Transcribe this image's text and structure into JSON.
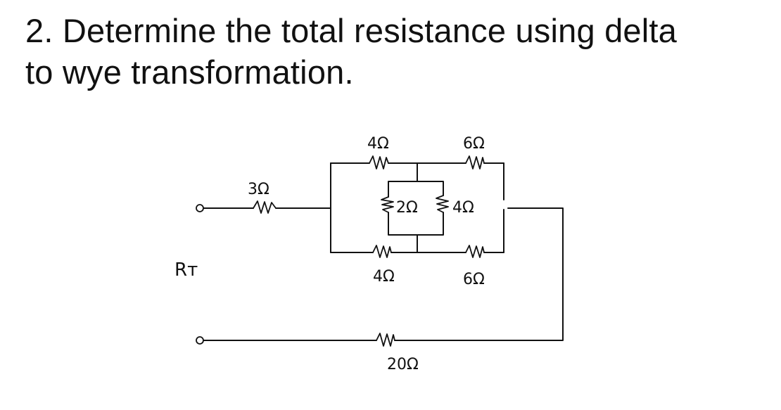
{
  "question": {
    "line1": "2. Determine the total resistance using delta",
    "line2": "to wye transformation."
  },
  "circuit": {
    "terminal_label": "Rᴛ",
    "resistors": {
      "series_top": "3Ω",
      "top_left": "4Ω",
      "top_right": "6Ω",
      "middle_left": "2Ω",
      "middle_right": "4Ω",
      "bottom_left": "4Ω",
      "bottom_right": "6Ω",
      "return_path": "20Ω"
    }
  }
}
